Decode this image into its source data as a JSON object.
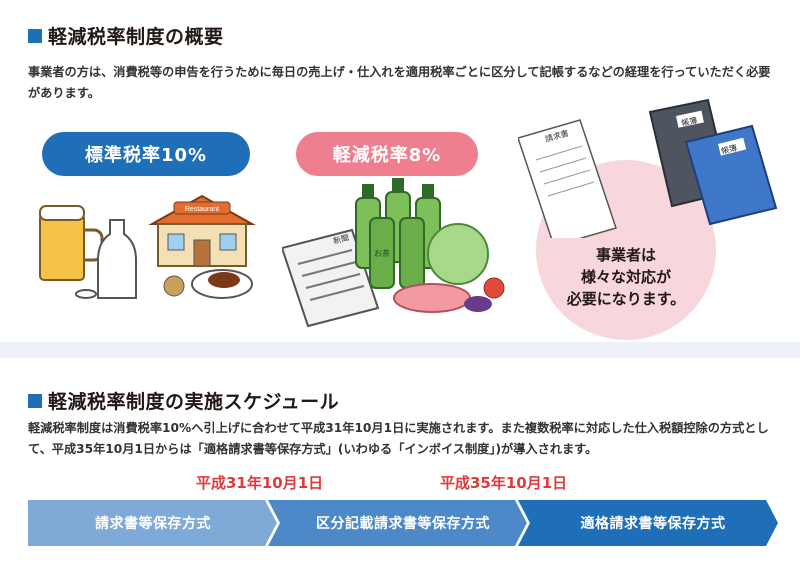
{
  "overview": {
    "title": "軽減税率制度の概要",
    "text": "事業者の方は、消費税等の申告を行うために毎日の売上げ・仕入れを適用税率ごとに区分して記帳するなどの経理を行っていただく必要があります。"
  },
  "rates": {
    "standard_label": "標準税率10%",
    "reduced_label": "軽減税率8%",
    "restaurant_sign": "Restaurant",
    "newspaper_title": "新聞",
    "bottle_label": "お茶"
  },
  "business": {
    "message_line1": "事業者は",
    "message_line2": "様々な対応が",
    "message_line3": "必要になります。",
    "book_label": "帳簿",
    "invoice_title": "請求書"
  },
  "schedule": {
    "title": "軽減税率制度の実施スケジュール",
    "text": "軽減税率制度は消費税率10%へ引上げに合わせて平成31年10月1日に実施されます。また複数税率に対応した仕入税額控除の方式として、平成35年10月1日からは「適格請求書等保存方式」(いわゆる「インボイス制度」)が導入されます。",
    "date1": "平成31年10月1日",
    "date2": "平成35年10月1日",
    "steps": [
      "請求書等保存方式",
      "区分記載請求書等保存方式",
      "適格請求書等保存方式"
    ]
  },
  "colors": {
    "accent_blue": "#1f6fb8",
    "accent_pink": "#ef7f8e",
    "date_red": "#e23a3a",
    "step1": "#7fa9d6",
    "step2": "#4d89c8",
    "step3": "#1f6fb8"
  }
}
